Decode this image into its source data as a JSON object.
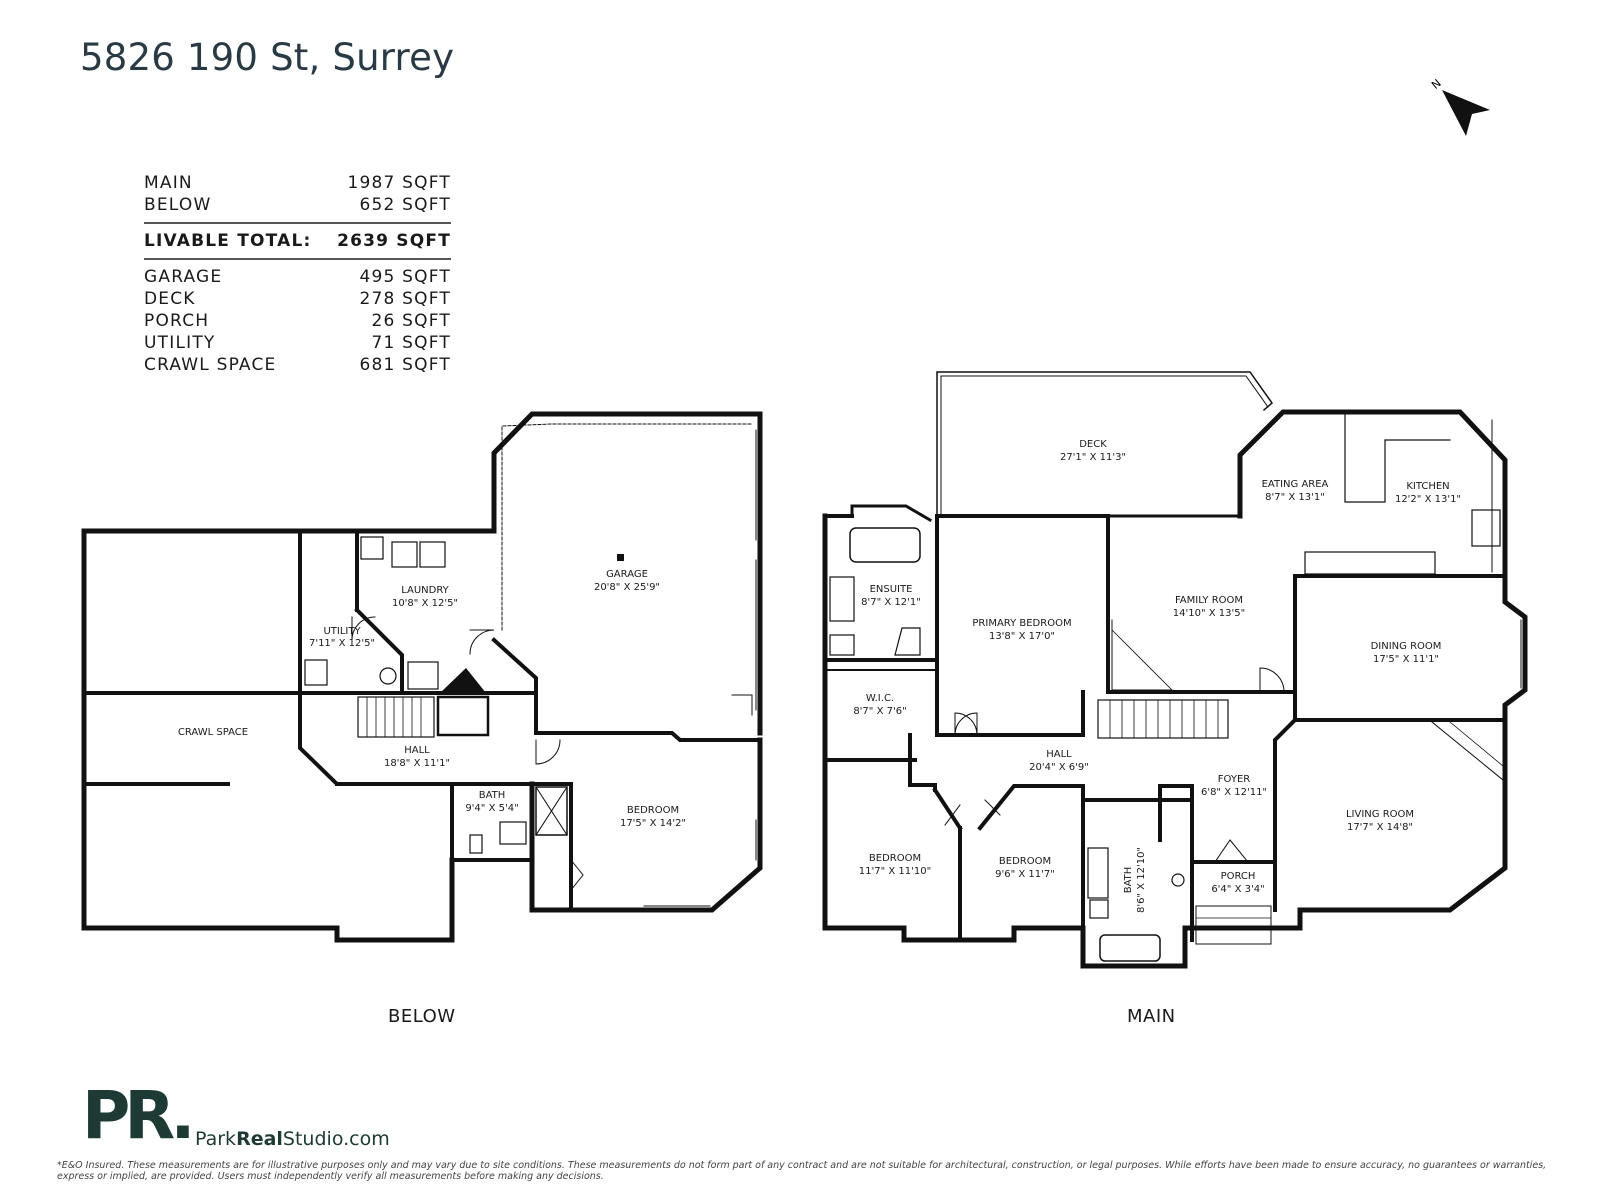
{
  "title": "5826 190 St, Surrey",
  "stats": {
    "primary": [
      {
        "label": "MAIN",
        "value": "1987 SQFT"
      },
      {
        "label": "BELOW",
        "value": "652 SQFT"
      }
    ],
    "total": {
      "label": "LIVABLE TOTAL:",
      "value": "2639 SQFT"
    },
    "secondary": [
      {
        "label": "GARAGE",
        "value": "495 SQFT"
      },
      {
        "label": "DECK",
        "value": "278 SQFT"
      },
      {
        "label": "PORCH",
        "value": "26 SQFT"
      },
      {
        "label": "UTILITY",
        "value": "71 SQFT"
      },
      {
        "label": "CRAWL SPACE",
        "value": "681 SQFT"
      }
    ]
  },
  "north_label": "N",
  "below": {
    "floor_label": "BELOW",
    "rooms": {
      "crawl": {
        "name": "CRAWL SPACE"
      },
      "garage": {
        "name": "GARAGE",
        "dims": "20'8\" X 25'9\""
      },
      "laundry": {
        "name": "LAUNDRY",
        "dims": "10'8\" X 12'5\""
      },
      "utility": {
        "name": "UTILITY",
        "dims": "7'11\" X 12'5\""
      },
      "hall": {
        "name": "HALL",
        "dims": "18'8\" X 11'1\""
      },
      "bath": {
        "name": "BATH",
        "dims": "9'4\" X 5'4\""
      },
      "bedroom": {
        "name": "BEDROOM",
        "dims": "17'5\" X 14'2\""
      }
    }
  },
  "main": {
    "floor_label": "MAIN",
    "rooms": {
      "deck": {
        "name": "DECK",
        "dims": "27'1\" X 11'3\""
      },
      "eating": {
        "name": "EATING AREA",
        "dims": "8'7\" X 13'1\""
      },
      "kitchen": {
        "name": "KITCHEN",
        "dims": "12'2\" X 13'1\""
      },
      "ensuite": {
        "name": "ENSUITE",
        "dims": "8'7\" X 12'1\""
      },
      "primary": {
        "name": "PRIMARY BEDROOM",
        "dims": "13'8\" X 17'0\""
      },
      "family": {
        "name": "FAMILY ROOM",
        "dims": "14'10\" X 13'5\""
      },
      "dining": {
        "name": "DINING ROOM",
        "dims": "17'5\" X 11'1\""
      },
      "wic": {
        "name": "W.I.C.",
        "dims": "8'7\" X 7'6\""
      },
      "hall": {
        "name": "HALL",
        "dims": "20'4\" X 6'9\""
      },
      "foyer": {
        "name": "FOYER",
        "dims": "6'8\" X 12'11\""
      },
      "living": {
        "name": "LIVING ROOM",
        "dims": "17'7\" X 14'8\""
      },
      "bedroom1": {
        "name": "BEDROOM",
        "dims": "11'7\" X 11'10\""
      },
      "bedroom2": {
        "name": "BEDROOM",
        "dims": "9'6\" X 11'7\""
      },
      "bath": {
        "name": "BATH",
        "dims": "8'6\" X 12'10\""
      },
      "porch": {
        "name": "PORCH",
        "dims": "6'4\" X 3'4\""
      }
    }
  },
  "brand": {
    "logo_text": "PR.",
    "site_prefix": "Park",
    "site_bold": "Real",
    "site_suffix": "Studio.com",
    "color": "#1d3a34"
  },
  "disclaimer": "*E&O Insured. These measurements are for illustrative purposes only and may vary due to site conditions. These measurements do not form part of any contract and are not suitable for architectural, construction, or legal purposes. While efforts have been made to ensure accuracy, no guarantees or warranties, express or implied, are provided. Users must independently verify all measurements before making any decisions."
}
